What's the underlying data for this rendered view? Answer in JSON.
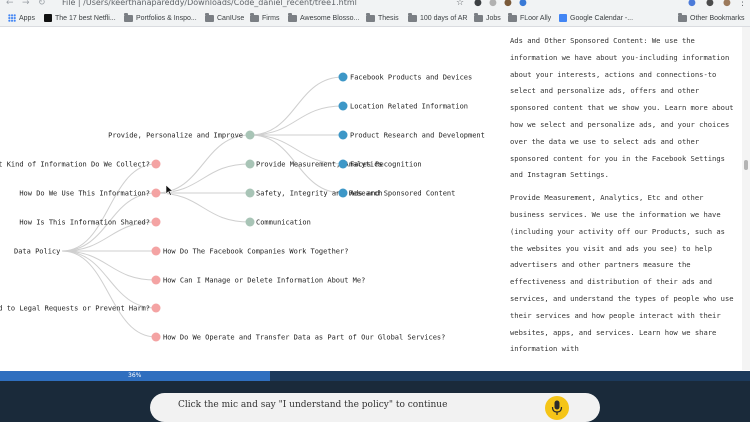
{
  "browser": {
    "url": "File  |  /Users/keerthanapareddy/Downloads/Code_daniel_recent/tree1.html"
  },
  "bookmarks": [
    {
      "label": "Apps",
      "icon": "apps-grid-icon"
    },
    {
      "label": "The 17 best Netfli...",
      "icon": "netflix-favicon"
    },
    {
      "label": "Portfolios & Inspo...",
      "icon": "folder-icon"
    },
    {
      "label": "CanIUse",
      "icon": "folder-icon"
    },
    {
      "label": "Firms",
      "icon": "folder-icon"
    },
    {
      "label": "Awesome Blosso...",
      "icon": "folder-icon"
    },
    {
      "label": "Thesis",
      "icon": "folder-icon"
    },
    {
      "label": "100 days of AR",
      "icon": "folder-icon"
    },
    {
      "label": "Jobs",
      "icon": "folder-icon"
    },
    {
      "label": "FLoor Ally",
      "icon": "folder-icon"
    },
    {
      "label": "Google Calendar -...",
      "icon": "calendar-favicon"
    },
    {
      "label": "Other Bookmarks",
      "icon": "folder-icon"
    }
  ],
  "tree": {
    "root": "Data Policy",
    "level1": [
      "What Kind of Information Do We Collect?",
      "How Do We Use This Information?",
      "How Is This Information Shared?",
      "How Do The Facebook Companies Work Together?",
      "How Can I Manage or Delete Information About Me?",
      "How Do We Respond to Legal Requests or Prevent Harm?",
      "How Do We Operate and Transfer Data as Part of Our Global Services?"
    ],
    "level2": [
      "Provide, Personalize and Improve",
      "Provide Measurement, Analytics",
      "Safety, Integrity and Research",
      "Communication"
    ],
    "level3": [
      "Facebook Products and Devices",
      "Location Related Information",
      "Product Research and Development",
      "Faces Recognition",
      "Ads and Sponsored Content"
    ],
    "colors": {
      "level1": "#f4a3a3",
      "level2": "#a8c4b6",
      "level3": "#3d97c7",
      "link": "#cfcfcf"
    }
  },
  "policy": {
    "paragraph1": "Ads and Other Sponsored Content: We use the information we have about you-including information about your interests, actions and connections-to select and personalize ads, offers and other sponsored content that we show you. Learn more about how we select and personalize ads, and your choices over the data we use to select ads and other sponsored content for you in the Facebook Settings and Instagram Settings.",
    "paragraph2": "Provide Measurement, Analytics, Etc and other business services. We use the information we have (including your activity off our Products, such as the websites you visit and ads you see) to help advertisers and other partners measure the effectiveness and distribution of their ads and services, and understand the types of people who use their services and how people interact with their websites, apps, and services. Learn how we share information with"
  },
  "progress": {
    "value": 0.36,
    "label": "36%",
    "fill_color": "#2f6fbf",
    "track_color": "#1c3a5c"
  },
  "footer": {
    "prompt": "Click the mic and say \"I understand the policy\" to continue",
    "mic_icon": "microphone-icon",
    "mic_color": "#f5c518"
  }
}
